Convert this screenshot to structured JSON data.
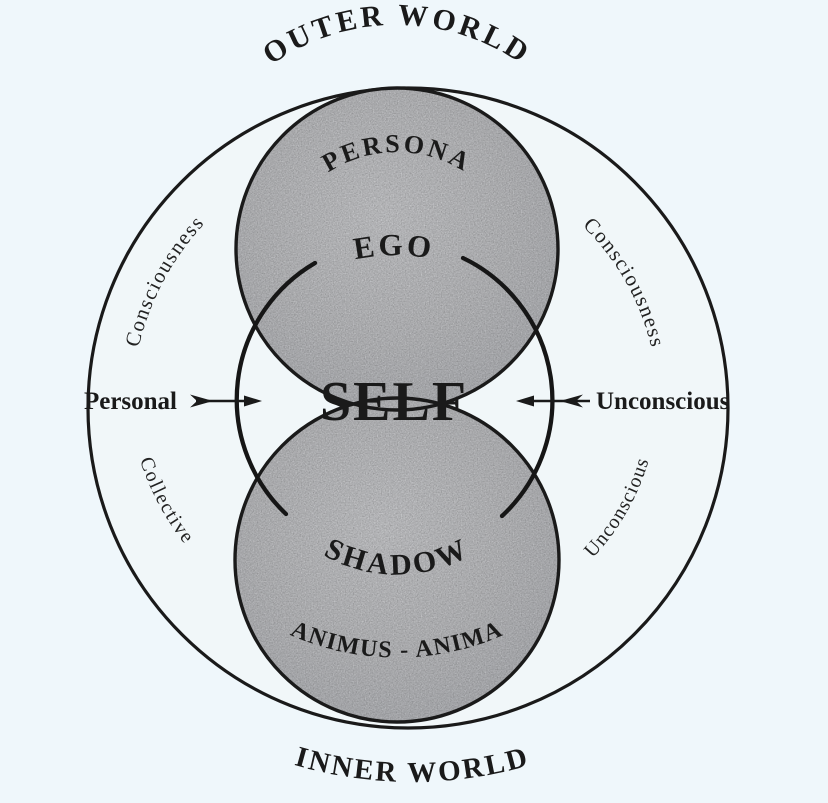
{
  "title": "Jungian model of the psyche diagram",
  "outer_labels": {
    "top": "OUTER WORLD",
    "bottom": "INNER WORLD"
  },
  "regions": {
    "persona": "PERSONA",
    "ego": "EGO",
    "self": "SELF",
    "shadow": "SHADOW",
    "animus_anima": "ANIMUS - ANIMA"
  },
  "quadrant_labels": {
    "upper_left": "Consciousness",
    "upper_right": "Consciousness",
    "lower_left": "Collective",
    "lower_right": "Unconscious"
  },
  "arrow_labels": {
    "left": "Personal",
    "right": "Unconscious"
  },
  "colors": {
    "background": "#eff7fb",
    "paper": "#f1f7f9",
    "ink": "#1a1a1a",
    "shade_light": "#e3e4e7",
    "shade_mid": "#d6d7da",
    "shade_dark": "#c9cbd0"
  }
}
